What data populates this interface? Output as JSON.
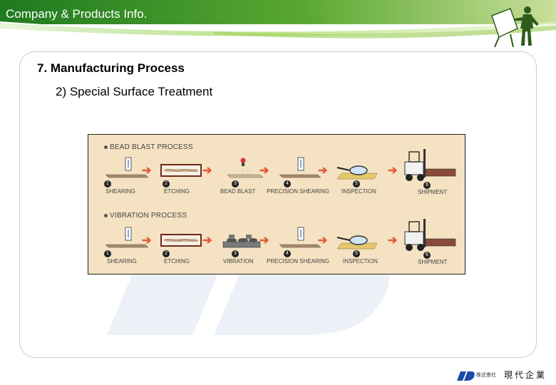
{
  "header": {
    "title": "Company & Products Info."
  },
  "section": {
    "title": "7. Manufacturing Process",
    "subtitle": "2) Special Surface Treatment"
  },
  "diagram": {
    "processes": [
      {
        "title": "BEAD BLAST PROCESS",
        "steps": [
          {
            "num": "1",
            "label": "SHEARING",
            "icon": "shearing-icon"
          },
          {
            "num": "2",
            "label": "ETCHING",
            "icon": "etching-tank-icon"
          },
          {
            "num": "3",
            "label": "BEAD BLAST",
            "icon": "bead-blast-icon"
          },
          {
            "num": "4",
            "label": "PRECISION SHEARING",
            "icon": "precision-shearing-icon"
          },
          {
            "num": "5",
            "label": "INSPECTION",
            "icon": "magnifier-icon"
          },
          {
            "num": "6",
            "label": "SHIPMENT",
            "icon": "forklift-icon"
          }
        ]
      },
      {
        "title": "VIBRATION PROCESS",
        "steps": [
          {
            "num": "1",
            "label": "SHEARING",
            "icon": "shearing-icon"
          },
          {
            "num": "2",
            "label": "ETCHING",
            "icon": "etching-tank-icon"
          },
          {
            "num": "3",
            "label": "VIBRATION",
            "icon": "vibration-machine-icon"
          },
          {
            "num": "4",
            "label": "PRECISION SHEARING",
            "icon": "precision-shearing-icon"
          },
          {
            "num": "5",
            "label": "INSPECTION",
            "icon": "magnifier-icon"
          },
          {
            "num": "6",
            "label": "SHIPMENT",
            "icon": "forklift-icon"
          }
        ]
      }
    ]
  },
  "footer": {
    "company_small": "株式會社",
    "company_name": "現代企業"
  },
  "colors": {
    "header_green": "#2f8a2a",
    "diagram_background": "#f4e2c2",
    "arrow": "#e05a3a"
  }
}
